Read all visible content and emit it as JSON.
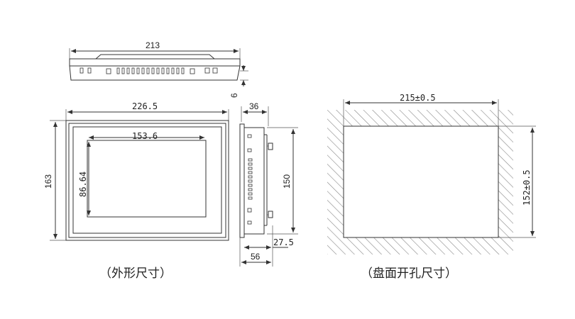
{
  "top_view": {
    "width_label": "213",
    "height_label": "6"
  },
  "front_view": {
    "width_label": "226.5",
    "height_label": "163",
    "screen_width_label": "153.6",
    "screen_height_label": "86.64"
  },
  "side_view": {
    "depth_label": "36",
    "height_label": "150",
    "rear_depth_label": "27.5",
    "total_depth_label": "56"
  },
  "cutout": {
    "width_label": "215±0.5",
    "height_label": "152±0.5"
  },
  "captions": {
    "outline": "（外形尺寸）",
    "cutout": "（盘面开孔尺寸）"
  }
}
